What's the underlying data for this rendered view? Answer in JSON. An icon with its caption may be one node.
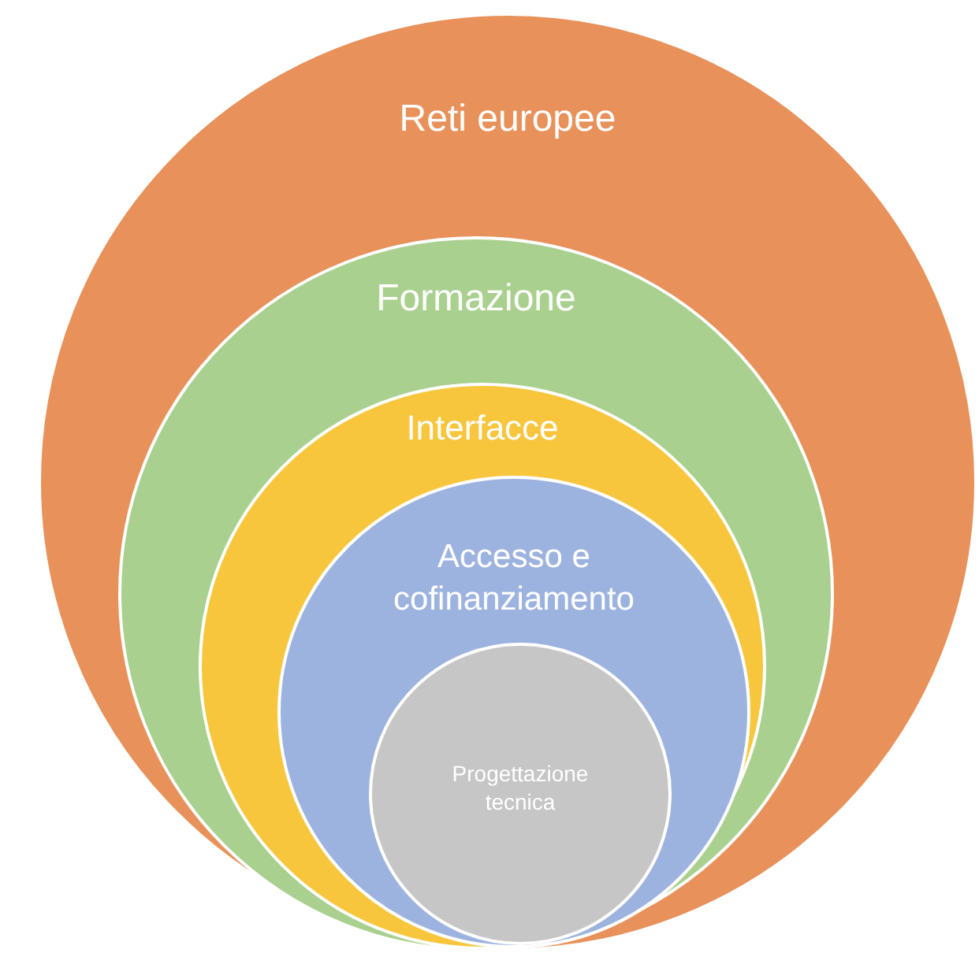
{
  "diagram": {
    "nodes": [
      {
        "text": [
          "Reti europee"
        ]
      },
      {
        "text": [
          "Formazione"
        ],
        "in": 0
      },
      {
        "text": [
          "Interfacce"
        ],
        "in": 1
      },
      {
        "text": [
          "Accesso e cofinanziamento"
        ],
        "in": 2
      },
      {
        "text": [
          "Progettazione tecnica"
        ],
        "in": 3
      }
    ]
  }
}
